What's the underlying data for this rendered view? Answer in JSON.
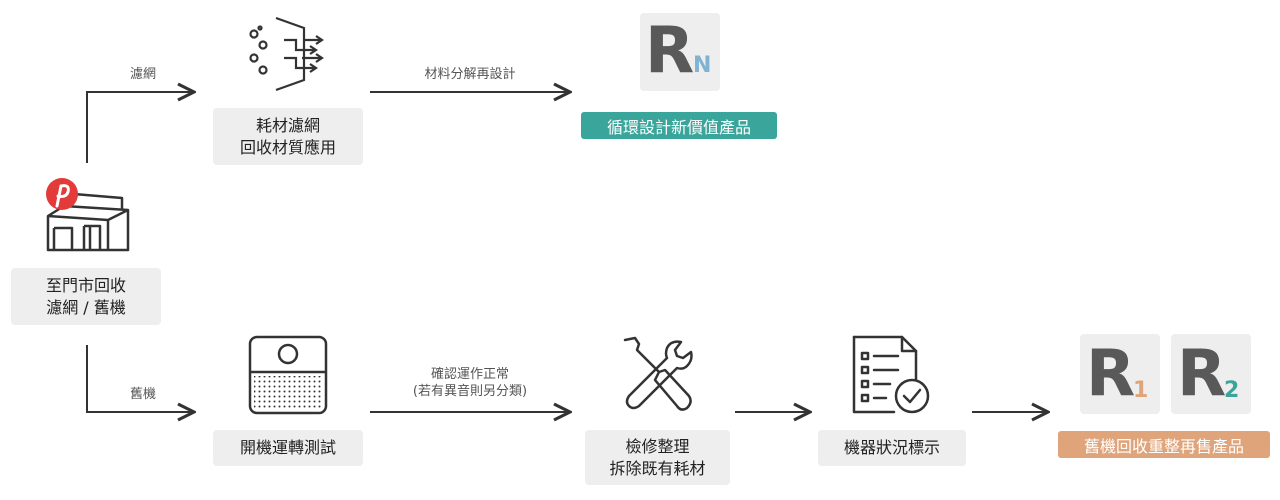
{
  "start": {
    "line1": "至門市回收",
    "line2": "濾網 / 舊機"
  },
  "top": {
    "branch_label": "濾網",
    "consumable_box": {
      "line1": "耗材濾網",
      "line2": "回收材質應用"
    },
    "edge_label": "材料分解再設計",
    "result_tile": {
      "letter": "R",
      "sub": "N"
    },
    "result_pill": "循環設計新價值產品"
  },
  "bottom": {
    "branch_label": "舊機",
    "test_box": "開機運轉測試",
    "edge_label": {
      "line1": "確認運作正常",
      "line2": "(若有異音則另分類)"
    },
    "repair_box": {
      "line1": "檢修整理",
      "line2": "拆除既有耗材"
    },
    "label_box": "機器狀況標示",
    "result_tiles": [
      {
        "letter": "R",
        "sub": "1"
      },
      {
        "letter": "R",
        "sub": "2"
      }
    ],
    "result_pill": "舊機回收重整再售產品"
  },
  "colors": {
    "teal": "#3aa59b",
    "orange": "#e0a47a",
    "sub_blue": "#7fb3d3",
    "sub_orange": "#e0a47a",
    "sub_teal": "#3aa59b",
    "logo_red": "#e33a3a"
  },
  "icons": {
    "store": "store-icon",
    "filter": "filter-icon",
    "purifier": "air-purifier-icon",
    "tools": "tools-icon",
    "checklist": "checklist-icon"
  }
}
